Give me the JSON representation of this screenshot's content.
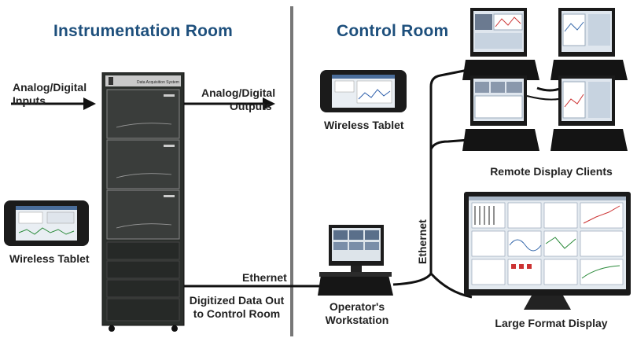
{
  "rooms": {
    "instrumentation": "Instrumentation Room",
    "control": "Control Room"
  },
  "labels": {
    "inputs_line1": "Analog/Digital",
    "inputs_line2": "Inputs",
    "outputs_line1": "Analog/Digital",
    "outputs_line2": "Outputs",
    "tablet_left": "Wireless Tablet",
    "tablet_right": "Wireless Tablet",
    "ethernet_horizontal": "Ethernet",
    "ethernet_vertical": "Ethernet",
    "digitized_line1": "Digitized Data Out",
    "digitized_line2": "to Control Room",
    "workstation_line1": "Operator's",
    "workstation_line2": "Workstation",
    "remote_clients": "Remote Display Clients",
    "large_display": "Large Format Display"
  },
  "rack": {
    "header_text": "Data Acquisition System"
  },
  "colors": {
    "room_title": "#1d4f7c",
    "rack_body": "#2b2f2c",
    "divider": "#777777",
    "wire": "#111111"
  }
}
